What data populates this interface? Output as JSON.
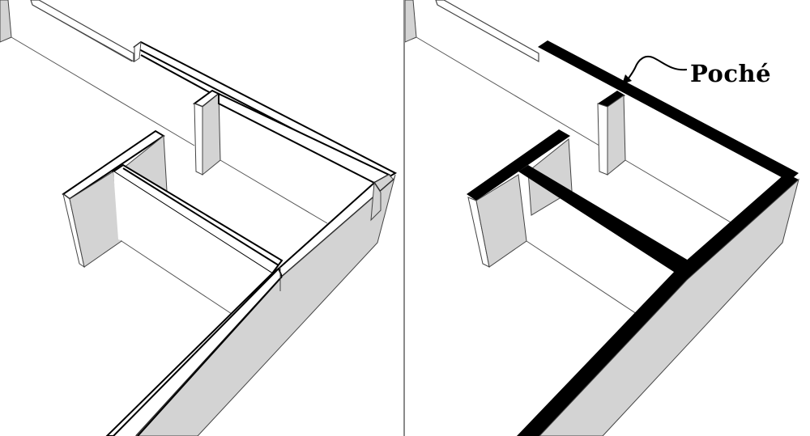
{
  "figure": {
    "panels": [
      {
        "id": "left",
        "description": "Wall model with outlined cut tops"
      },
      {
        "id": "right",
        "description": "Wall model with solid poché fill on cut tops"
      }
    ],
    "callout": {
      "label": "Poché",
      "icon": "curved-arrow-icon"
    },
    "colors": {
      "background": "#ffffff",
      "wall_face_shade": "#d3d3d3",
      "outline": "#000000",
      "thin_line": "#555555",
      "poche_fill": "#000000",
      "divider": "#8a8a8a"
    }
  }
}
